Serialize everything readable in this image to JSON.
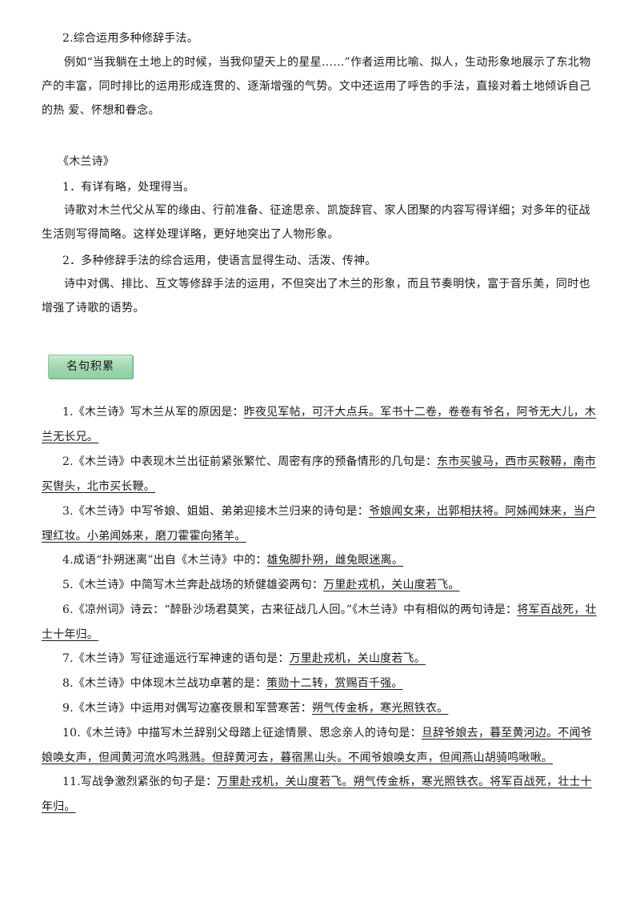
{
  "section1": {
    "item2_title": "2.综合运用多种修辞手法。",
    "item2_body": "例如“当我躺在土地上的时候，当我仰望天上的星星……”作者运用比喻、拟人，生动形象地展示了东北物产的丰富，同时排比的运用形成连贯的、逐渐增强的气势。文中还运用了呼告的手法，直接对着土地倾诉自己的热 爱、怀想和眷念。"
  },
  "section2": {
    "title": "《木兰诗》",
    "point1_title": "1．有详有略，处理得当。",
    "point1_body": "诗歌对木兰代父从军的缘由、行前准备、征途思亲、凯旋辞官、家人团聚的内容写得详细；对多年的征战生活则写得简略。这样处理详略，更好地突出了人物形象。",
    "point2_title": "2．多种修辞手法的综合运用，使语言显得生动、活泼、传神。",
    "point2_body": "诗中对偶、排比、互文等修辞手法的运用，不但突出了木兰的形象，而且节奏明快，富于音乐美，同时也增强了诗歌的语势。"
  },
  "banner": {
    "label": "名句积累"
  },
  "questions": [
    {
      "q": "1.《木兰诗》写木兰从军的原因是：",
      "a": "昨夜见军帖，可汗大点兵。军书十二卷，卷卷有爷名，阿爷无大儿，木兰无长兄。"
    },
    {
      "q": "2.《木兰诗》中表现木兰出征前紧张繁忙、周密有序的预备情形的几句是：",
      "a": "东市买骏马，西市买鞍鞯，南市买辔头，北市买长鞭。"
    },
    {
      "q": "3.《木兰诗》中写爷娘、姐姐、弟弟迎接木兰归来的诗句是：",
      "a": "爷娘闻女来，出郭相扶将。阿姊闻妹来，当户理红妆。小弟闻姊来，磨刀霍霍向猪羊。"
    },
    {
      "q": "4.成语“扑朔迷离”出自《木兰诗》中的：",
      "a": "雄兔脚扑朔，雌兔眼迷离。"
    },
    {
      "q": "5.《木兰诗》中简写木兰奔赴战场的矫健雄姿两句：",
      "a": "万里赴戎机，关山度若飞。"
    },
    {
      "q": "6.《凉州词》诗云：“醉卧沙场君莫笑，古来征战几人回。”《木兰诗》中有相似的两句诗是：",
      "a": "将军百战死，壮士十年归。"
    },
    {
      "q": "7.《木兰诗》写征途遥远行军神速的语句是：",
      "a": "万里赴戎机，关山度若飞。"
    },
    {
      "q": "8.《木兰诗》中体现木兰战功卓著的是：",
      "a": "策勋十二转，赏赐百千强。"
    },
    {
      "q": "9.《木兰诗》中运用对偶写边塞夜景和军营寒苦：",
      "a": "朔气传金柝，寒光照铁衣。"
    },
    {
      "q": "10.《木兰诗》中描写木兰辞别父母踏上征途情景、思念亲人的诗句是：",
      "a": "旦辞爷娘去，暮至黄河边。不闻爷娘唤女声，但闻黄河流水鸣溅溅。但辞黄河去，暮宿黑山头。不闻爷娘唤女声，但闻燕山胡骑鸣啾啾。"
    },
    {
      "q": "11.写战争激烈紧张的句子是：",
      "a": "万里赴戎机，关山度若飞。朔气传金柝，寒光照铁衣。将军百战死，壮士十年归。"
    }
  ]
}
